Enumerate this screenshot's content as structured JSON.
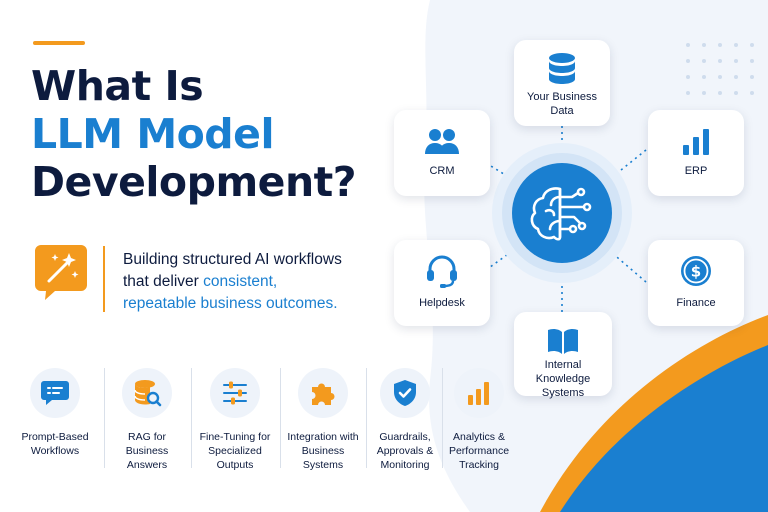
{
  "headline": {
    "line1": "What Is",
    "line2": "LLM Model",
    "line3": "Development?"
  },
  "tagline": {
    "part1": "Building structured AI workflows",
    "part2": "that deliver ",
    "part2_highlight": "consistent,",
    "part3_highlight": "repeatable business outcomes."
  },
  "features": [
    {
      "label": "Prompt-Based Workflows",
      "icon": "chat-bubble-icon"
    },
    {
      "label": "RAG for Business Answers",
      "icon": "database-search-icon"
    },
    {
      "label": "Fine-Tuning for Specialized Outputs",
      "icon": "sliders-icon"
    },
    {
      "label": "Integration with Business Systems",
      "icon": "puzzle-icon"
    },
    {
      "label": "Guardrails, Approvals & Monitoring",
      "icon": "shield-check-icon"
    },
    {
      "label": "Analytics & Performance Tracking",
      "icon": "bar-chart-icon"
    }
  ],
  "nodes": {
    "business_data": "Your Business Data",
    "crm": "CRM",
    "erp": "ERP",
    "helpdesk": "Helpdesk",
    "finance": "Finance",
    "knowledge": "Internal Knowledge Systems"
  },
  "colors": {
    "navy": "#0d1b3e",
    "blue": "#1a7fd0",
    "orange": "#f39a1e",
    "light_bg": "#eef3fa"
  }
}
